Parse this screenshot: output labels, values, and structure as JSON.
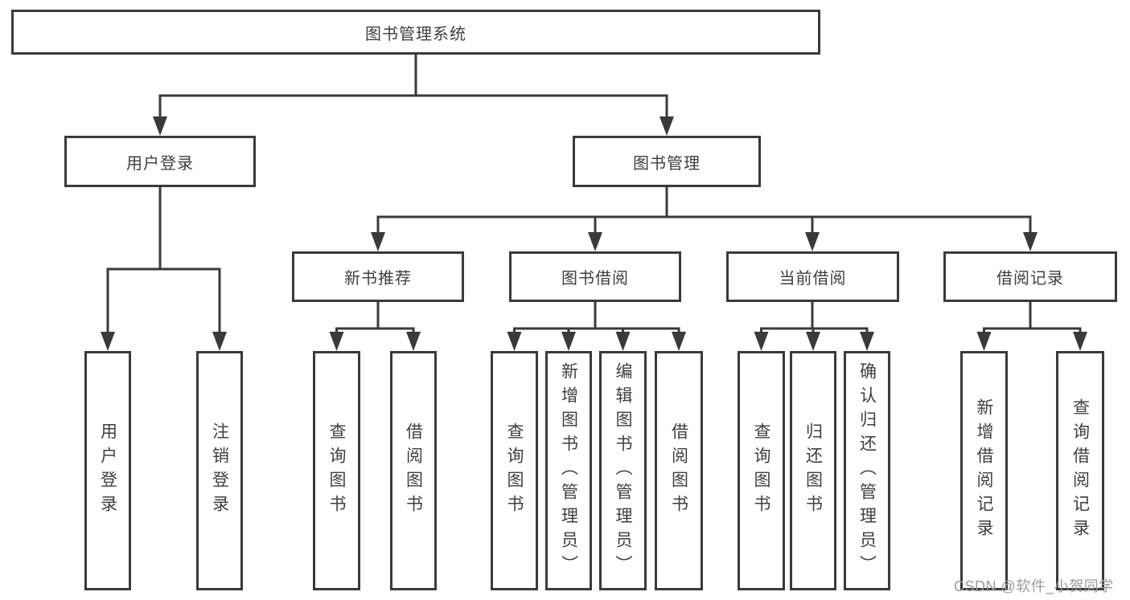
{
  "diagram": {
    "title": "图书管理系统",
    "type": "hierarchy-tree",
    "colors": {
      "line": "#3a3a3a",
      "box_border": "#3a3a3a",
      "box_fill": "#ffffff",
      "text": "#3f3f3f",
      "background": "#ffffff",
      "watermark": "#9b9b9b"
    },
    "nodes": {
      "root": {
        "label": "图书管理系统"
      },
      "level2": {
        "user_login": {
          "label": "用户登录"
        },
        "book_management": {
          "label": "图书管理"
        }
      },
      "level3": {
        "new_book_recommend": {
          "label": "新书推荐"
        },
        "book_borrowing": {
          "label": "图书借阅"
        },
        "current_borrowing": {
          "label": "当前借阅"
        },
        "borrowing_records": {
          "label": "借阅记录"
        }
      },
      "leaves": {
        "user_login_leaf": {
          "label": "用户登录",
          "parent": "用户登录"
        },
        "logout_leaf": {
          "label": "注销登录",
          "parent": "用户登录"
        },
        "recommend_query_books": {
          "label": "查询图书",
          "parent": "新书推荐"
        },
        "recommend_borrow_books": {
          "label": "借阅图书",
          "parent": "新书推荐"
        },
        "borrowing_query_books": {
          "label": "查询图书",
          "parent": "图书借阅"
        },
        "borrowing_add_books": {
          "label": "新增图书（管理员）",
          "parent": "图书借阅"
        },
        "borrowing_edit_books": {
          "label": "编辑图书（管理员）",
          "parent": "图书借阅"
        },
        "borrowing_borrow_books": {
          "label": "借阅图书",
          "parent": "图书借阅"
        },
        "current_query_books": {
          "label": "查询图书",
          "parent": "当前借阅"
        },
        "current_return_books": {
          "label": "归还图书",
          "parent": "当前借阅"
        },
        "current_confirm_return": {
          "label": "确认归还（管理员）",
          "parent": "当前借阅"
        },
        "records_add_record": {
          "label": "新增借阅记录",
          "parent": "借阅记录"
        },
        "records_query_record": {
          "label": "查询借阅记录",
          "parent": "借阅记录"
        }
      }
    }
  },
  "watermark": {
    "text": "CSDN @软件_小贺同学"
  }
}
